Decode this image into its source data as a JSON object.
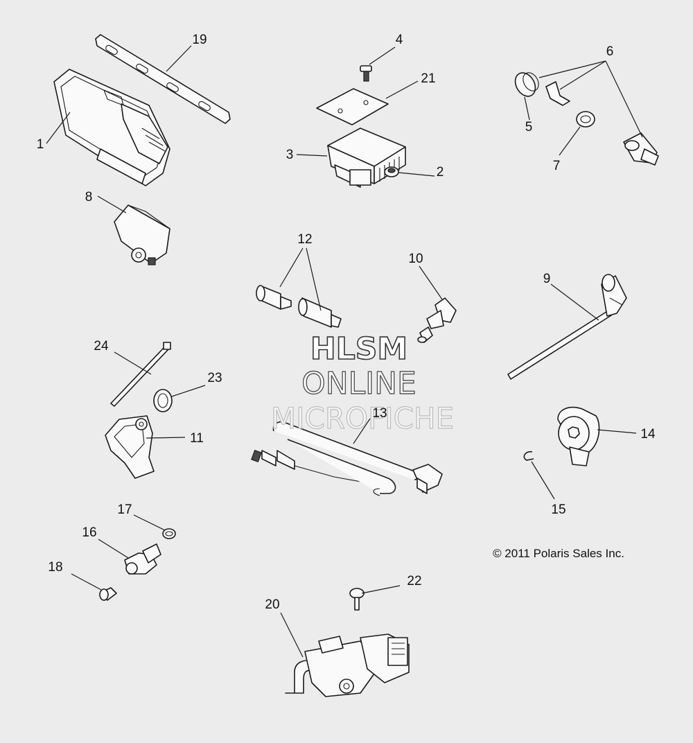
{
  "callouts": {
    "c1": "1",
    "c2": "2",
    "c3": "3",
    "c4": "4",
    "c5": "5",
    "c6": "6",
    "c7": "7",
    "c8": "8",
    "c9": "9",
    "c10": "10",
    "c11": "11",
    "c12": "12",
    "c13": "13",
    "c14": "14",
    "c15": "15",
    "c16": "16",
    "c17": "17",
    "c18": "18",
    "c19": "19",
    "c20": "20",
    "c21": "21",
    "c22": "22",
    "c23": "23",
    "c24": "24"
  },
  "watermark": {
    "line1": "HLSM",
    "line2": "ONLINE",
    "line3": "MICROFICHE"
  },
  "copyright": "© 2011 Polaris Sales Inc.",
  "colors": {
    "background": "#ececed",
    "line": "#1a1a1a"
  }
}
